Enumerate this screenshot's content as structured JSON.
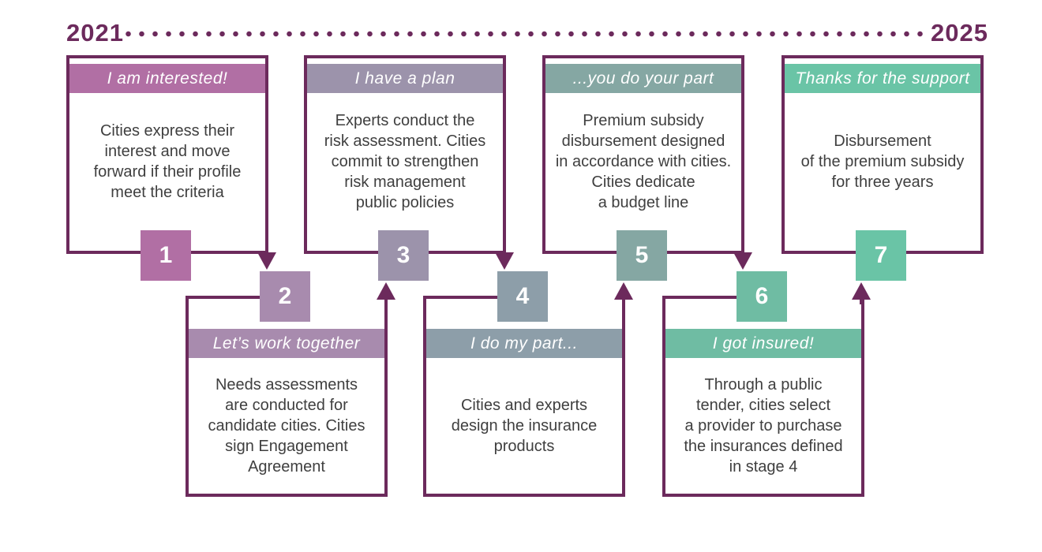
{
  "timeline": {
    "start_year": "2021",
    "end_year": "2025"
  },
  "colors": {
    "ink": "#6C2A5C",
    "body_text": "#3F3F3F",
    "white": "#FFFFFF"
  },
  "stages": [
    {
      "number": "1",
      "title": "I am interested!",
      "description": "Cities express their\ninterest and move\nforward if their profile\nmeet the criteria",
      "color": "#B16FA4"
    },
    {
      "number": "2",
      "title": "Let’s work together",
      "description": "Needs assessments\nare conducted for\ncandidate cities. Cities\nsign Engagement\nAgreement",
      "color": "#A88BAE"
    },
    {
      "number": "3",
      "title": "I have a plan",
      "description": "Experts conduct the\nrisk assessment. Cities\ncommit to strengthen\nrisk management\npublic policies",
      "color": "#9C93AB"
    },
    {
      "number": "4",
      "title": "I do my part...",
      "description": "Cities and experts\ndesign the insurance\nproducts",
      "color": "#8D9EA9"
    },
    {
      "number": "5",
      "title": "...you do your part",
      "description": "Premium subsidy\ndisbursement designed\nin accordance with cities.\nCities dedicate\na budget line",
      "color": "#85A7A3"
    },
    {
      "number": "6",
      "title": "I got insured!",
      "description": "Through a public\ntender, cities select\na provider to purchase\nthe insurances defined\nin stage 4",
      "color": "#6FBCA3"
    },
    {
      "number": "7",
      "title": "Thanks for the support",
      "description": "Disbursement\nof the premium subsidy\nfor three years",
      "color": "#6AC4A6"
    }
  ]
}
